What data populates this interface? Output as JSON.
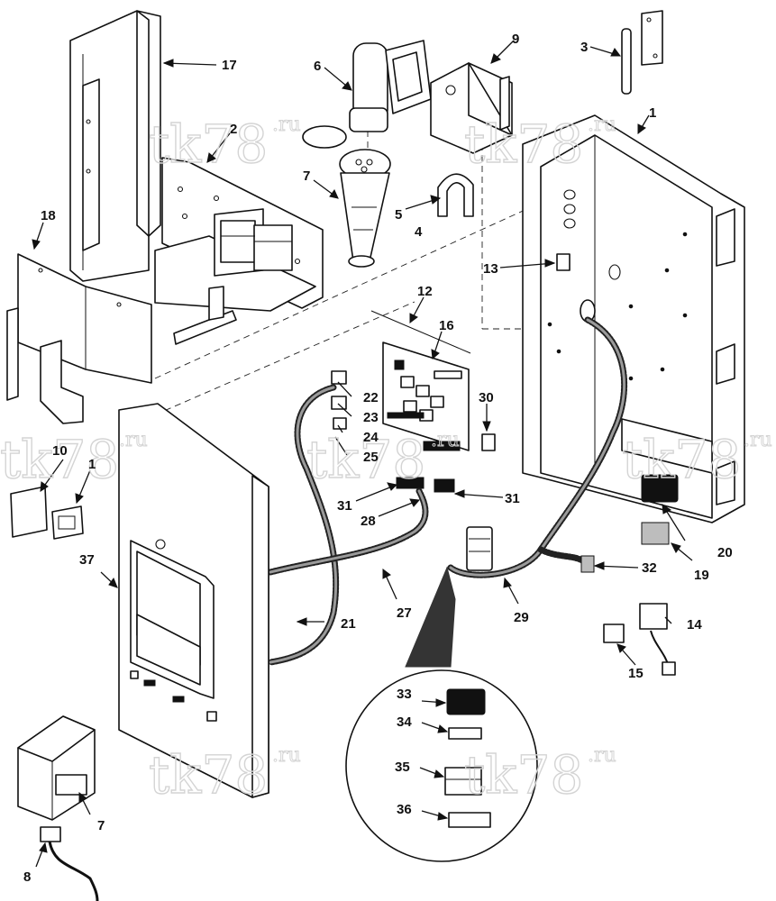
{
  "watermark": {
    "main": "tk78",
    "suffix": ".ru"
  },
  "callouts": {
    "c1": "1",
    "c1b": "1",
    "c2": "2",
    "c3": "3",
    "c4": "4",
    "c5": "5",
    "c6": "6",
    "c7": "7",
    "c7b": "7",
    "c8": "8",
    "c9": "9",
    "c10": "10",
    "c12": "12",
    "c13": "13",
    "c14": "14",
    "c15": "15",
    "c16": "16",
    "c17": "17",
    "c18": "18",
    "c19": "19",
    "c20": "20",
    "c21": "21",
    "c22": "22",
    "c23": "23",
    "c24": "24",
    "c25": "25",
    "c27": "27",
    "c28": "28",
    "c29": "29",
    "c30": "30",
    "c31a": "31",
    "c31b": "31",
    "c32": "32",
    "c33": "33",
    "c34": "34",
    "c35": "35",
    "c36": "36",
    "c37": "37"
  },
  "colors": {
    "line": "#111111",
    "watermark": "#d4d4d4",
    "background": "#ffffff"
  }
}
